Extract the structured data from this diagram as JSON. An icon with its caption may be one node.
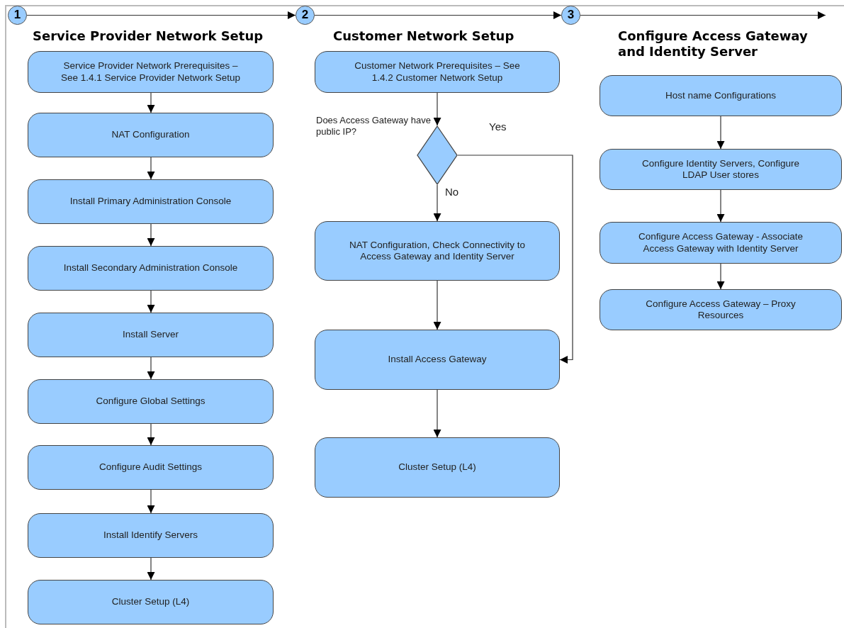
{
  "diagram": {
    "nodes": [
      {
        "text": [
          "1"
        ]
      },
      {
        "text": [
          "2"
        ]
      },
      {
        "text": [
          "3"
        ]
      },
      {
        "text": [
          "Service Provider Network Prerequisites – See 1.4.1 Service Provider Network Setup"
        ]
      },
      {
        "text": [
          "NAT Configuration"
        ]
      },
      {
        "text": [
          "Install Primary Administration Console"
        ]
      },
      {
        "text": [
          "Install Secondary Administration Console"
        ]
      },
      {
        "text": [
          "Install Server"
        ]
      },
      {
        "text": [
          "Configure Global Settings"
        ]
      },
      {
        "text": [
          "Configure Audit Settings"
        ]
      },
      {
        "text": [
          "Install Identify Servers"
        ]
      },
      {
        "text": [
          "Cluster Setup (L4)"
        ]
      },
      {
        "text": [
          "Customer Network Prerequisites – See 1.4.2 Customer Network Setup"
        ]
      },
      {
        "text": [],
        "shape": "diamond",
        "beside": [
          "Does Access Gateway have public IP?"
        ]
      },
      {
        "text": [
          "NAT Configuration, Check Connectivity to Access Gateway and Identity Server"
        ]
      },
      {
        "text": [
          "Install Access Gateway"
        ]
      },
      {
        "text": [
          "Cluster Setup (L4)"
        ]
      },
      {
        "text": [
          "Host name Configurations"
        ]
      },
      {
        "text": [
          "Configure Identity Servers, Configure LDAP User stores"
        ]
      },
      {
        "text": [
          "Configure Access Gateway - Associate Access Gateway with Identity Server"
        ]
      },
      {
        "text": [
          "Configure Access Gateway – Proxy Resources"
        ]
      }
    ],
    "edges": [
      {
        "from": 0,
        "to": 1,
        "arrow": "to"
      },
      {
        "from": 1,
        "to": 2,
        "arrow": "to"
      },
      {
        "from": 2,
        "to": null,
        "arrow": "to"
      },
      {
        "from": 3,
        "to": 4,
        "arrow": "to"
      },
      {
        "from": 4,
        "to": 5,
        "arrow": "to"
      },
      {
        "from": 5,
        "to": 6,
        "arrow": "to"
      },
      {
        "from": 6,
        "to": 7,
        "arrow": "to"
      },
      {
        "from": 7,
        "to": 8,
        "arrow": "to"
      },
      {
        "from": 8,
        "to": 9,
        "arrow": "to"
      },
      {
        "from": 9,
        "to": 10,
        "arrow": "to"
      },
      {
        "from": 10,
        "to": 11,
        "arrow": "to"
      },
      {
        "from": 12,
        "to": 13,
        "arrow": "to"
      },
      {
        "from": 13,
        "to": 14,
        "arrow": "to",
        "label": "No"
      },
      {
        "from": 13,
        "to": 15,
        "arrow": "to",
        "label": "Yes"
      },
      {
        "from": 14,
        "to": 15,
        "arrow": "to"
      },
      {
        "from": 15,
        "to": 16,
        "arrow": "to"
      },
      {
        "from": 17,
        "to": 18,
        "arrow": "to"
      },
      {
        "from": 18,
        "to": 19,
        "arrow": "to"
      },
      {
        "from": 19,
        "to": 20,
        "arrow": "to"
      }
    ],
    "labels": [
      "Service Provider Network Setup",
      "Customer Network Setup",
      "Configure Access Gateway and Identity Server"
    ]
  }
}
